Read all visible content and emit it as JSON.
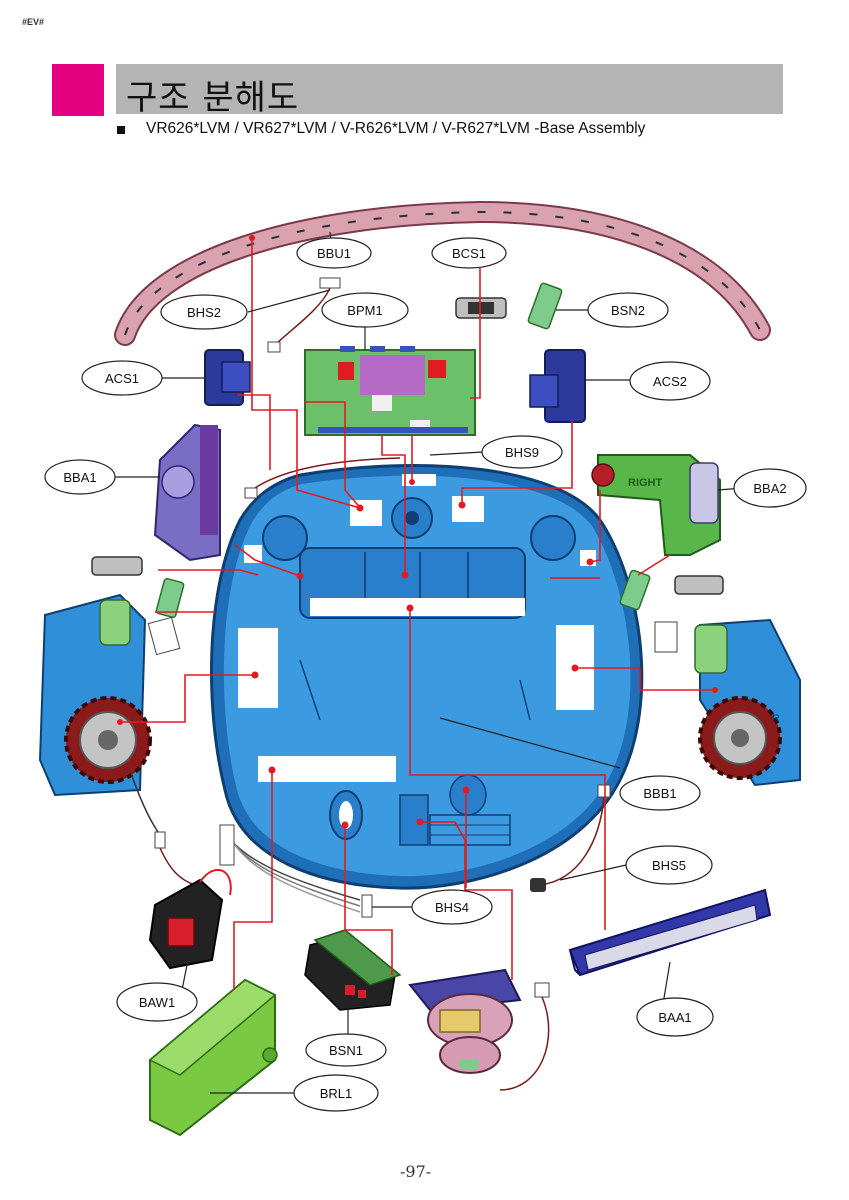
{
  "corner_tag": "#EV#",
  "header": {
    "title": "구조 분해도",
    "subtitle": "VR626*LVM / VR627*LVM / V-R626*LVM / V-R627*LVM -Base Assembly",
    "accent_color": "#e4007f",
    "bar_color": "#b4b4b4"
  },
  "labels": {
    "bbu1": "BBU1",
    "bcs1": "BCS1",
    "bhs2": "BHS2",
    "bpm1": "BPM1",
    "bsn2_top": "BSN2",
    "acs1": "ACS1",
    "acs2": "ACS2",
    "bba1": "BBA1",
    "bhs9": "BHS9",
    "bba2": "BBA2",
    "bbb1": "BBB1",
    "bhs5": "BHS5",
    "bhs4": "BHS4",
    "baw1": "BAW1",
    "baa1": "BAA1",
    "bsn1": "BSN1",
    "brl1": "BRL1"
  },
  "part_text": {
    "right_gear": "RIGHT",
    "wheel_right": "R"
  },
  "colors": {
    "leader": "#e11b22",
    "base_blue": "#2f8fd8",
    "bumper": "#c98a9a",
    "pcb": "#6cc06a",
    "sensor_green": "#7dcc8b",
    "acs_navy": "#2b3a9b",
    "brush_purple": "#6e63b8",
    "battery_green": "#7ac943"
  },
  "page_number": "-97-"
}
